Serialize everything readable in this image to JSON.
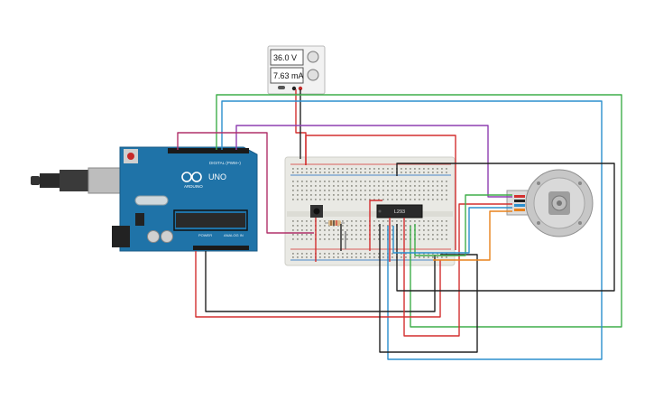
{
  "power_supply": {
    "voltage_display": "36.0 V",
    "current_display": "7.63 mA"
  },
  "arduino": {
    "logo_text": "ARDUINO",
    "model_text": "UNO",
    "digital_label": "DIGITAL (PWM~)",
    "power_label": "POWER",
    "analog_label": "ANALOG IN"
  },
  "driver_chip": {
    "label": "L293"
  },
  "colors": {
    "wire_red": "#d32f2f",
    "wire_black": "#222222",
    "wire_green": "#3fae4a",
    "wire_blue": "#2b8fce",
    "wire_purple": "#8e3fb0",
    "wire_magenta": "#b0306a",
    "wire_orange": "#e8821c",
    "arduino_board": "#1f73a8",
    "breadboard": "#e9e9e4"
  },
  "icons": {
    "usb": "usb-connector-icon",
    "motor": "dc-motor-icon",
    "pushbutton": "pushbutton-icon",
    "resistor": "resistor-icon"
  }
}
